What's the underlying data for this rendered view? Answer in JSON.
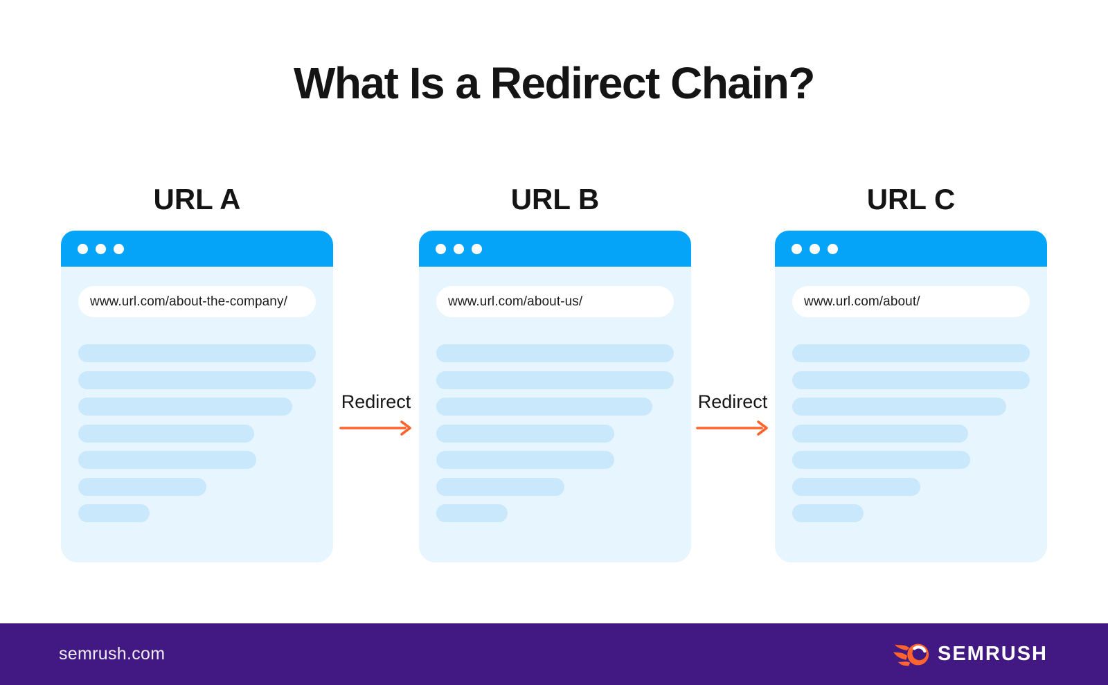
{
  "title": "What Is a Redirect Chain?",
  "colors": {
    "titlebar_blue": "#06a4f8",
    "window_body_blue": "#e7f5fe",
    "placeholder_blue": "#c9e8fb",
    "accent_orange": "#ff642d",
    "footer_purple": "#421983",
    "footer_text": "#efecf6",
    "ink": "#141414"
  },
  "browsers": [
    {
      "label": "URL A",
      "url": "www.url.com/about-the-company/",
      "skeleton_widths_pct": [
        100,
        100,
        90,
        74,
        75,
        54,
        30
      ]
    },
    {
      "label": "URL B",
      "url": "www.url.com/about-us/",
      "skeleton_widths_pct": [
        100,
        100,
        91,
        75,
        75,
        54,
        30
      ]
    },
    {
      "label": "URL C",
      "url": "www.url.com/about/",
      "skeleton_widths_pct": [
        100,
        100,
        90,
        74,
        75,
        54,
        30
      ]
    }
  ],
  "redirects": [
    {
      "label": "Redirect"
    },
    {
      "label": "Redirect"
    }
  ],
  "footer": {
    "website": "semrush.com",
    "brand": "SEMRUSH"
  },
  "icons": {
    "window_controls": "three-dots",
    "redirect_arrow": "orange-right-arrow",
    "brand_logo": "semrush-flame"
  }
}
